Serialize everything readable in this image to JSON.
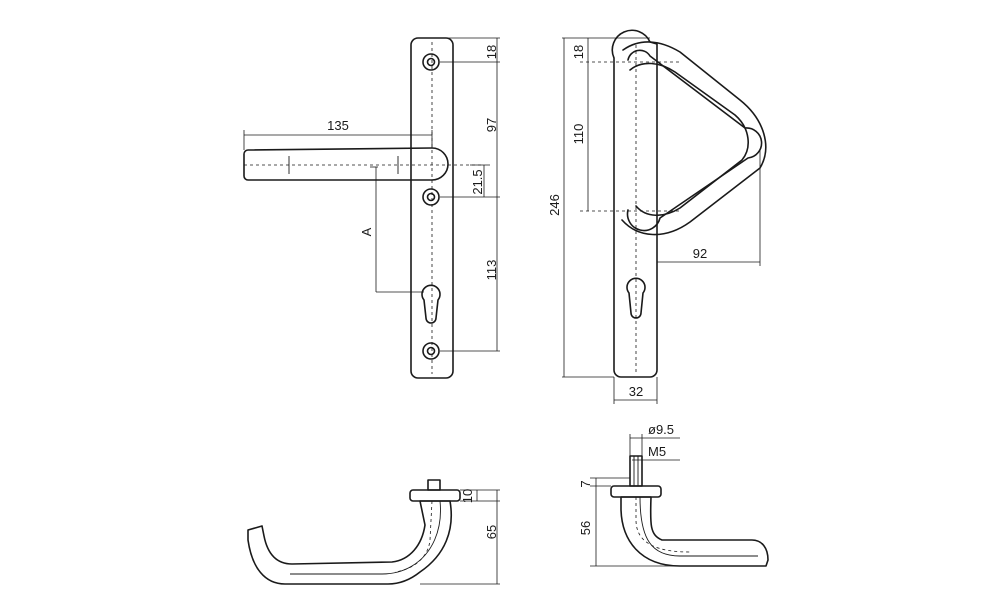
{
  "dimensions": {
    "front": {
      "lever_length": "135",
      "top_hole": "18",
      "hole_to_lever": "97",
      "lever_to_hole": "21.5",
      "hole_to_hole": "113",
      "backset": "A"
    },
    "pull": {
      "top": "18",
      "grip": "110",
      "overall": "246",
      "projection": "92",
      "width": "32"
    },
    "side_lever": {
      "rose": "10",
      "height": "65"
    },
    "side_pull": {
      "spindle_dia": "ø9.5",
      "thread": "M5",
      "rose": "7",
      "height": "56"
    }
  }
}
